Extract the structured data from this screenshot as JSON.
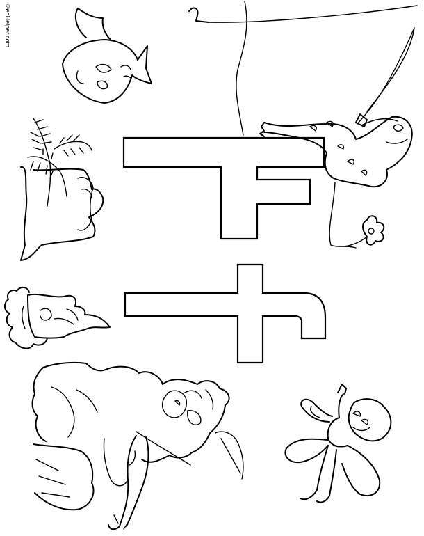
{
  "watermark": "©edHelper.com",
  "letters": {
    "uppercase": "F",
    "lowercase": "f"
  },
  "pictures": [
    "fish-icon",
    "fishing-frog-icon",
    "fern-stump-icon",
    "fire-icon",
    "flower-icon",
    "fiddle-player-icon",
    "fairy-icon"
  ],
  "colors": {
    "ink": "#000000",
    "paper": "#ffffff"
  }
}
